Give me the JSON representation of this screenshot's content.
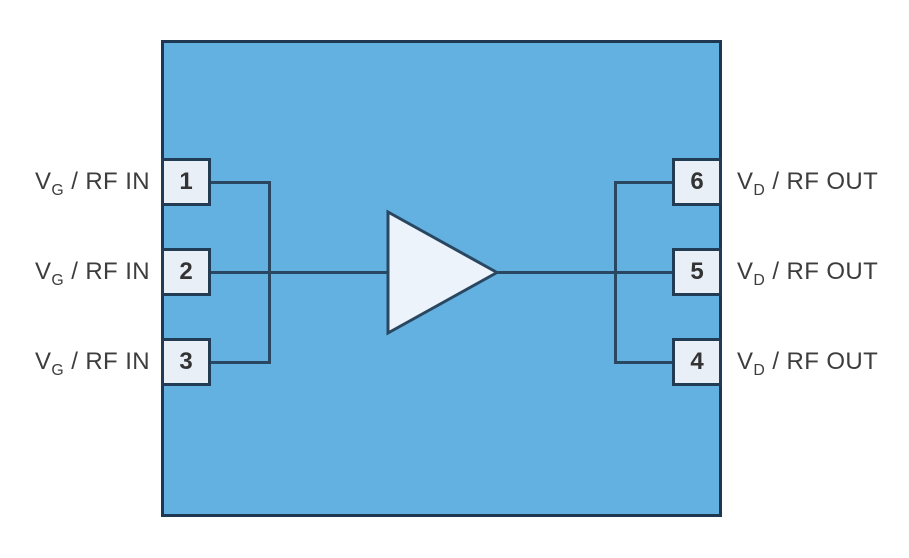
{
  "colors": {
    "page_bg": "#ffffff",
    "chip_fill": "#63b1e0",
    "chip_border": "#1d3850",
    "pin_fill": "#e9eff7",
    "pin_border": "#223c56",
    "wire": "#2a4762",
    "amp_fill": "#edf3fa",
    "label_text": "#3d3d3d",
    "pin_text": "#333333"
  },
  "diagram": {
    "type": "amplifier-block-diagram",
    "pins": {
      "left": [
        {
          "number": "1",
          "label": {
            "base": "V",
            "sub": "G",
            "rest": " / RF IN"
          }
        },
        {
          "number": "2",
          "label": {
            "base": "V",
            "sub": "G",
            "rest": " / RF IN"
          }
        },
        {
          "number": "3",
          "label": {
            "base": "V",
            "sub": "G",
            "rest": " / RF IN"
          }
        }
      ],
      "right": [
        {
          "number": "6",
          "label": {
            "base": "V",
            "sub": "D",
            "rest": " / RF OUT"
          }
        },
        {
          "number": "5",
          "label": {
            "base": "V",
            "sub": "D",
            "rest": " / RF OUT"
          }
        },
        {
          "number": "4",
          "label": {
            "base": "V",
            "sub": "D",
            "rest": " / RF OUT"
          }
        }
      ]
    }
  }
}
